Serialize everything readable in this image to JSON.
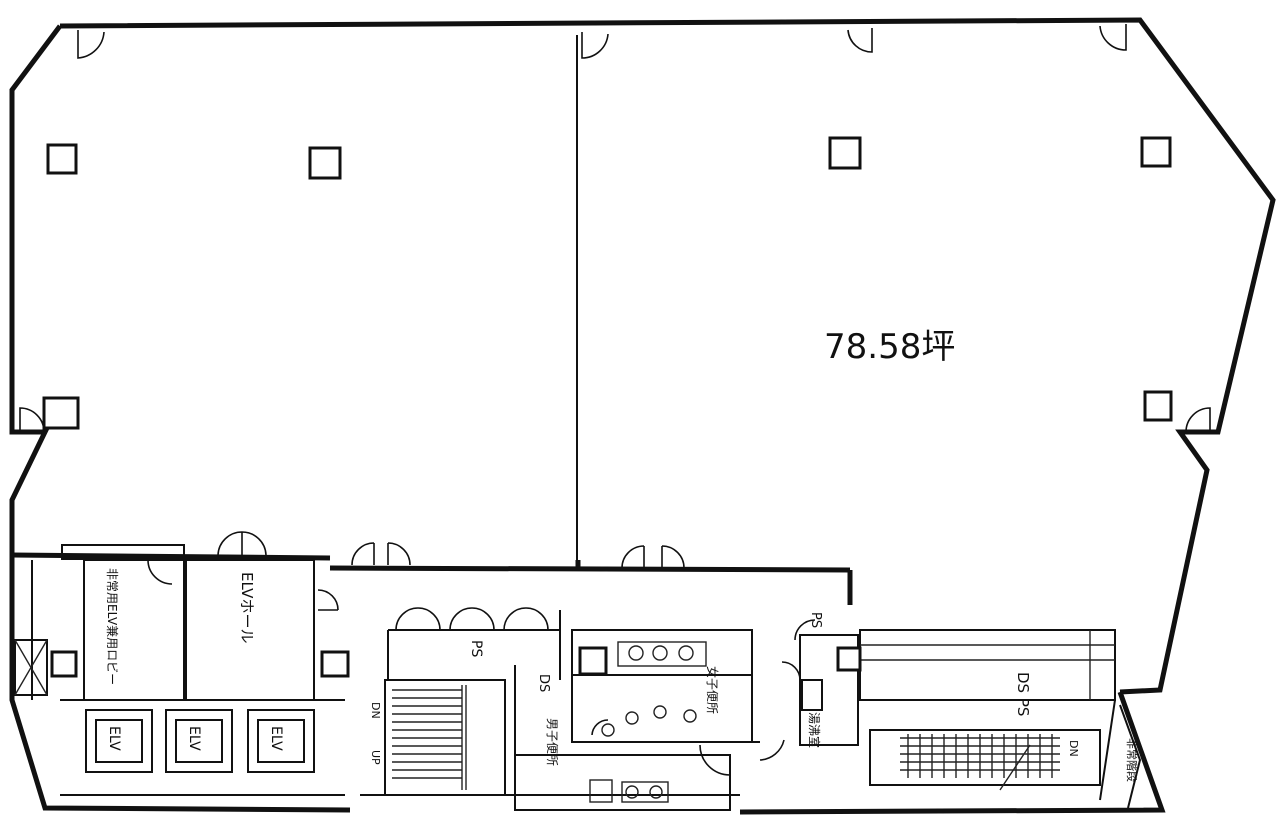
{
  "floor_plan": {
    "area_label": "78.58坪",
    "labels": {
      "elv_hall": "ELVホール",
      "emergency_elv_lobby": "非常用ELV兼用ロビー",
      "elevator": "ELV",
      "ps": "PS",
      "ds": "DS",
      "ds_ps": "DS PS",
      "up": "UP",
      "dn": "DN",
      "womens_toilet": "女子便所",
      "mens_toilet": "男子便所",
      "kitchenette": "湯沸室",
      "emergency_stairs": "非常階段"
    }
  }
}
